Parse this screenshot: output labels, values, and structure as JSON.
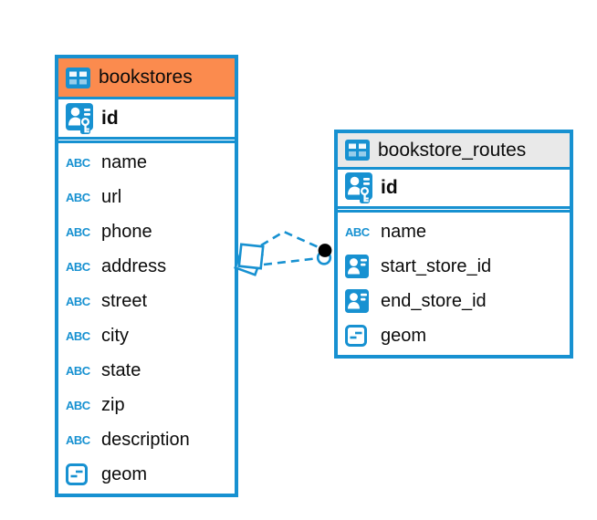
{
  "colors": {
    "blue": "#1791d1",
    "orange": "#fb8b4e",
    "gray-header": "#e9e9e9",
    "text": "#0b0b0b",
    "white": "#ffffff",
    "dot-black": "#000000"
  },
  "icons": {
    "text_type_label": "ABC"
  },
  "diagram": {
    "tables": [
      {
        "name": "bookstores",
        "header_color": "#fb8b4e",
        "primary_key": {
          "name": "id",
          "type": "primary-key"
        },
        "columns": [
          {
            "name": "name",
            "type": "text"
          },
          {
            "name": "url",
            "type": "text"
          },
          {
            "name": "phone",
            "type": "text"
          },
          {
            "name": "address",
            "type": "text"
          },
          {
            "name": "street",
            "type": "text"
          },
          {
            "name": "city",
            "type": "text"
          },
          {
            "name": "state",
            "type": "text"
          },
          {
            "name": "zip",
            "type": "text"
          },
          {
            "name": "description",
            "type": "text"
          },
          {
            "name": "geom",
            "type": "geometry"
          }
        ]
      },
      {
        "name": "bookstore_routes",
        "header_color": "#e9e9e9",
        "primary_key": {
          "name": "id",
          "type": "primary-key"
        },
        "columns": [
          {
            "name": "name",
            "type": "text"
          },
          {
            "name": "start_store_id",
            "type": "foreign-key"
          },
          {
            "name": "end_store_id",
            "type": "foreign-key"
          },
          {
            "name": "geom",
            "type": "geometry"
          }
        ]
      }
    ],
    "relations": [
      {
        "from_table": "bookstores",
        "to_table": "bookstore_routes",
        "line_style": "dashed"
      },
      {
        "from_table": "bookstores",
        "to_table": "bookstore_routes",
        "line_style": "dashed"
      }
    ]
  }
}
